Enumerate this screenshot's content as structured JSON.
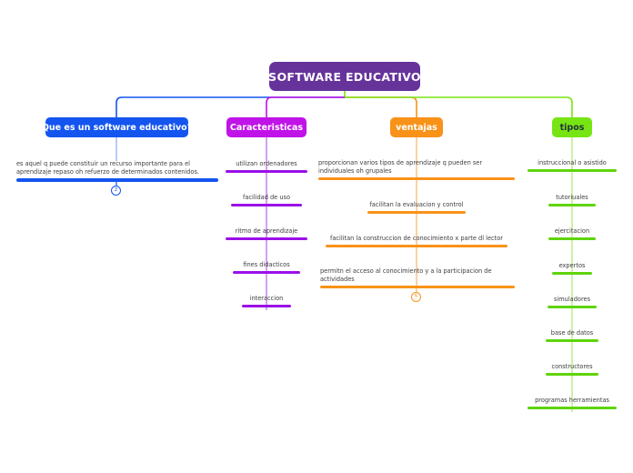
{
  "root": {
    "label": "SOFTWARE EDUCATIVO",
    "color": "#66339b"
  },
  "branches": [
    {
      "key": "definicion",
      "label": "Que es un software educativo?",
      "color": "#1455f0",
      "items": [
        {
          "text": "es aquel q puede constituir un recurso importante para el aprendizaje repaso oh refuerzo de determinados contenidos."
        }
      ],
      "circle_node": {
        "label": "2"
      }
    },
    {
      "key": "caracteristicas",
      "label": "Caracteristicas",
      "color": "#c013e8",
      "items": [
        {
          "text": "utilizan ordenadores"
        },
        {
          "text": "facilidad de uso"
        },
        {
          "text": "ritmo de aprendizaje"
        },
        {
          "text": "fines didacticos"
        },
        {
          "text": "interaccion"
        }
      ]
    },
    {
      "key": "ventajas",
      "label": "ventajas",
      "color": "#f99219",
      "items": [
        {
          "text": "proporcionan varios tipos de aprendizaje q pueden ser individuales oh grupales"
        },
        {
          "text": "facilitan la evaluacion y control"
        },
        {
          "text": "facilitan la construccion de conocimiento x parte dl lector"
        },
        {
          "text": "permitn el acceso al conocimiento y a la participacion de actividades"
        }
      ],
      "circle_node": {
        "label": "5"
      }
    },
    {
      "key": "tipos",
      "label": "tipos",
      "color": "#77e514",
      "items": [
        {
          "text": "instruccional o asistido"
        },
        {
          "text": "tutoriuales"
        },
        {
          "text": "ejercitacion"
        },
        {
          "text": "expertos"
        },
        {
          "text": "simuladores"
        },
        {
          "text": "base de datos"
        },
        {
          "text": "constructores"
        },
        {
          "text": "programas herramientas"
        }
      ]
    }
  ]
}
